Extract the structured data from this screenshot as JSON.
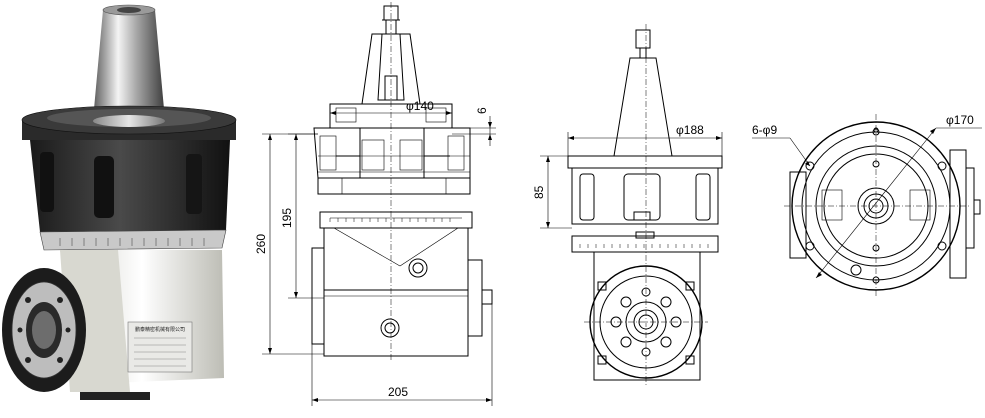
{
  "figure": {
    "photo": {
      "label_plate_text": "鹏泰精密机械有限公司"
    },
    "side_view": {
      "dim_diameter": "φ140",
      "dim_flange": "6",
      "dim_height_total": "260",
      "dim_height_center": "195",
      "dim_width": "205"
    },
    "front_view": {
      "dim_diameter": "φ188",
      "dim_height": "85"
    },
    "top_view": {
      "dim_holes": "6-φ9",
      "dim_pcd": "φ170"
    }
  }
}
